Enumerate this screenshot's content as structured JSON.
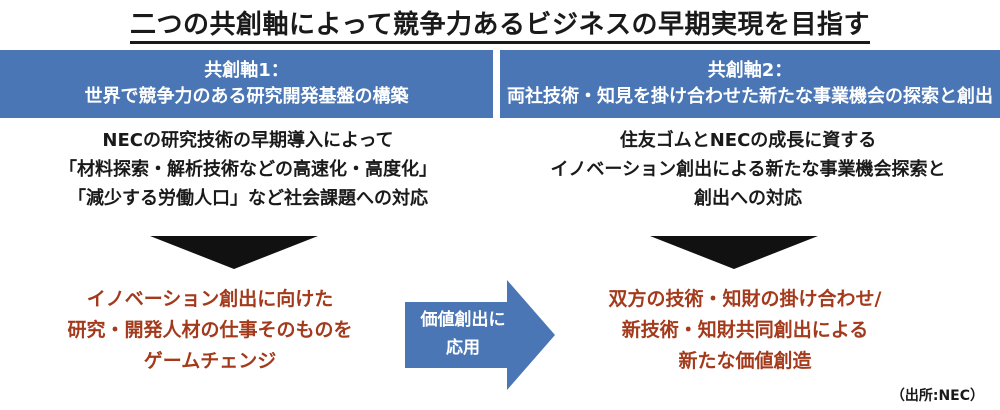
{
  "title": "二つの共創軸によって競争力あるビジネスの早期実現を目指す",
  "axis1": {
    "heading": "共創軸1：",
    "subtitle": "世界で競争力のある研究開発基盤の構築",
    "description": [
      "NECの研究技術の早期導入によって",
      "「材料探索・解析技術などの高速化・高度化」",
      "「減少する労働人口」など社会課題への対応"
    ],
    "result": [
      "イノベーション創出に向けた",
      "研究・開発人材の仕事そのものを",
      "ゲームチェンジ"
    ]
  },
  "axis2": {
    "heading": "共創軸2：",
    "subtitle": "両社技術・知見を掛け合わせた新たな事業機会の探索と創出",
    "description": [
      "住友ゴムとNECの成長に資する",
      "イノベーション創出による新たな事業機会探索と",
      "創出への対応"
    ],
    "result": [
      "双方の技術・知財の掛け合わせ/",
      "新技術・知財共同創出による",
      "新たな価値創造"
    ]
  },
  "arrow": {
    "line1": "価値創出に",
    "line2": "応用"
  },
  "source": "（出所:NEC）",
  "colors": {
    "band": "#4a76b5",
    "result_text": "#a33a1c",
    "triangle": "#111111",
    "arrow": "#4a76b5"
  }
}
